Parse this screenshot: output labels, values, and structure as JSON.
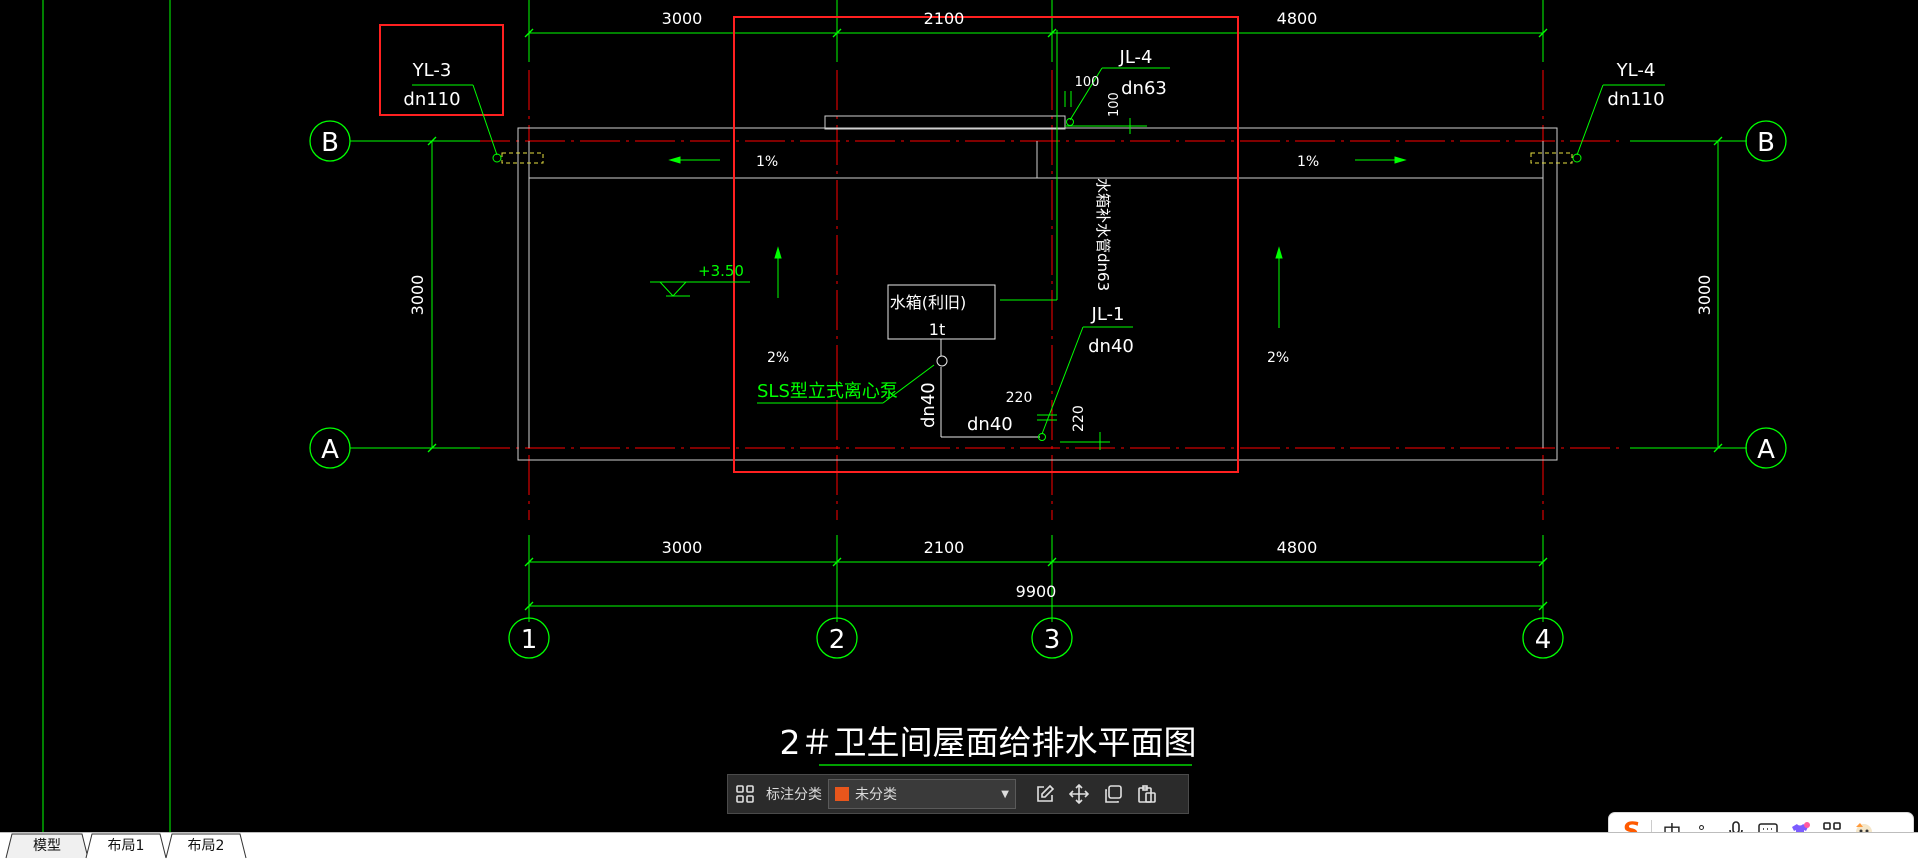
{
  "drawing": {
    "grid_bubbles": {
      "g1": "1",
      "g2": "2",
      "g3": "3",
      "g4": "4",
      "row_b": "B",
      "row_a": "A"
    },
    "dims_top": {
      "d1": "3000",
      "d2": "2100",
      "d3": "4800"
    },
    "dims_bottom": {
      "d1": "3000",
      "d2": "2100",
      "d3": "4800",
      "total": "9900"
    },
    "dim_side": "3000",
    "yl3": {
      "name": "YL-3",
      "size": "dn110"
    },
    "yl4": {
      "name": "YL-4",
      "size": "dn110"
    },
    "jl4": {
      "name": "JL-4",
      "size": "dn63",
      "dim_a": "100",
      "dim_b": "100"
    },
    "jl1": {
      "name": "JL-1",
      "size": "dn40",
      "dim_a": "220",
      "dim_b": "220"
    },
    "slopes": {
      "top_left": "1%",
      "top_right": "1%",
      "left": "2%",
      "right": "2%"
    },
    "elevation": "+3.50",
    "tank": {
      "line1": "水箱(利旧)",
      "line2": "1t"
    },
    "pump_label": "SLS型立式离心泵",
    "pipe_dn40_vertical": "dn40",
    "pipe_dn40_horizontal": "dn40",
    "riser_label": "水箱补水管dn63",
    "title": "2＃卫生间屋面给排水平面图"
  },
  "toolbar": {
    "label": "标注分类",
    "select_value": "未分类",
    "swatch_color": "#e8561c",
    "icons": [
      "grid-icon",
      "edit-icon",
      "move-icon",
      "copy-icon",
      "paste-icon"
    ]
  },
  "tabs": [
    {
      "label": "模型",
      "active": true
    },
    {
      "label": "布局1",
      "active": false
    },
    {
      "label": "布局2",
      "active": false
    }
  ],
  "ime": {
    "logo": "S",
    "mode": "中",
    "punct": "°,",
    "icons": [
      "sogou-logo-icon",
      "chinese-mode-icon",
      "punctuation-icon",
      "microphone-icon",
      "keyboard-icon",
      "skin-icon",
      "apps-icon",
      "cartoon-icon"
    ]
  },
  "colors": {
    "cad_green": "#00ff00",
    "cad_red": "#ff0000",
    "cad_white": "#e8e8e8",
    "box_red": "#ff2020"
  }
}
